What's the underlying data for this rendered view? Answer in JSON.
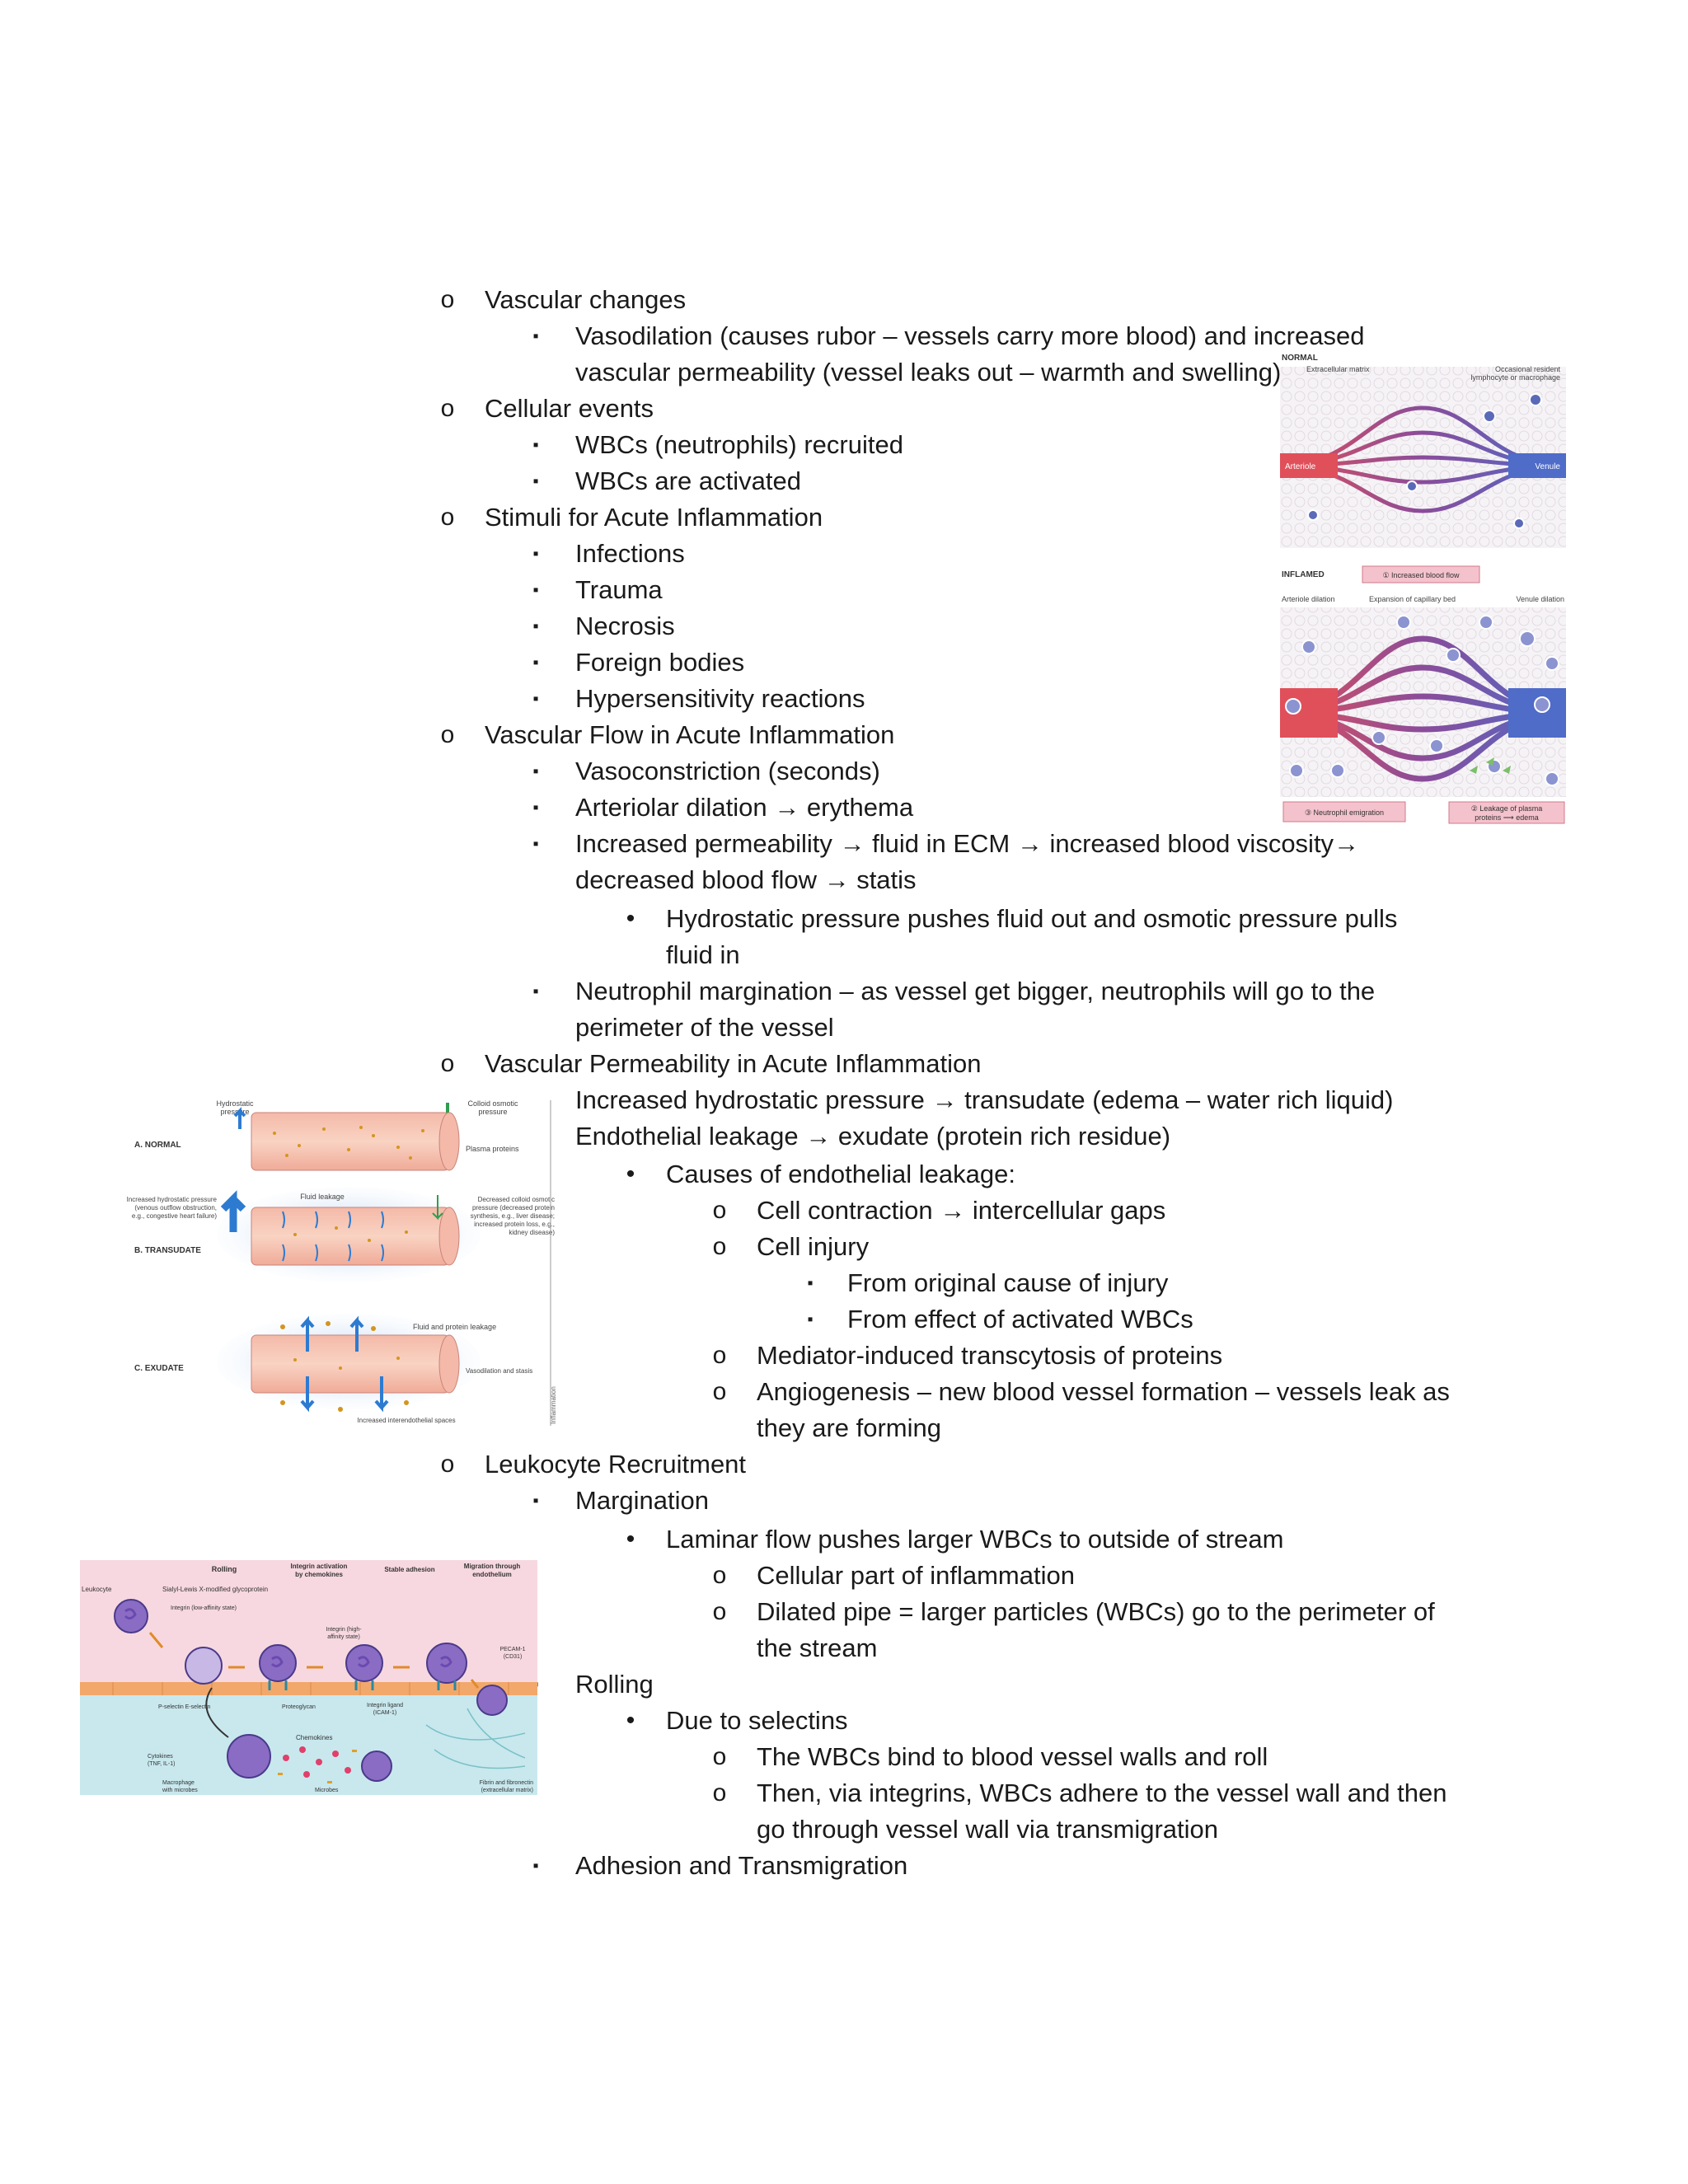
{
  "outline": [
    {
      "level": 1,
      "marker": "o",
      "text": "Vascular changes"
    },
    {
      "level": 2,
      "marker": "▪",
      "text": "Vasodilation (causes rubor – vessels carry more blood) and increased"
    },
    {
      "level": 2,
      "marker": "",
      "text": "vascular permeability (vessel leaks out – warmth and swelling)"
    },
    {
      "level": 1,
      "marker": "o",
      "text": "Cellular events"
    },
    {
      "level": 2,
      "marker": "▪",
      "text": "WBCs (neutrophils) recruited"
    },
    {
      "level": 2,
      "marker": "▪",
      "text": "WBCs are activated"
    },
    {
      "level": 1,
      "marker": "o",
      "text": "Stimuli for Acute Inflammation"
    },
    {
      "level": 2,
      "marker": "▪",
      "text": "Infections"
    },
    {
      "level": 2,
      "marker": "▪",
      "text": "Trauma"
    },
    {
      "level": 2,
      "marker": "▪",
      "text": "Necrosis"
    },
    {
      "level": 2,
      "marker": "▪",
      "text": "Foreign bodies"
    },
    {
      "level": 2,
      "marker": "▪",
      "text": "Hypersensitivity reactions"
    },
    {
      "level": 1,
      "marker": "o",
      "text": "Vascular Flow in Acute Inflammation"
    },
    {
      "level": 2,
      "marker": "▪",
      "text": "Vasoconstriction (seconds)"
    },
    {
      "level": 2,
      "marker": "▪",
      "text": "Arteriolar dilation → erythema"
    },
    {
      "level": 2,
      "marker": "▪",
      "text": "Increased permeability → fluid in ECM → increased blood viscosity→"
    },
    {
      "level": 2,
      "marker": "",
      "text": "decreased blood flow → statis"
    },
    {
      "level": 3,
      "marker": "•",
      "text": "Hydrostatic pressure pushes fluid out and osmotic pressure pulls"
    },
    {
      "level": 3,
      "marker": "",
      "text": "fluid in"
    },
    {
      "level": 2,
      "marker": "▪",
      "text": "Neutrophil margination – as vessel get bigger, neutrophils will go to the"
    },
    {
      "level": 2,
      "marker": "",
      "text": "perimeter of the vessel"
    },
    {
      "level": 1,
      "marker": "o",
      "text": "Vascular Permeability in Acute Inflammation"
    },
    {
      "level": 2,
      "marker": "▪",
      "text": "Increased hydrostatic pressure → transudate (edema – water rich liquid)"
    },
    {
      "level": 2,
      "marker": "",
      "text": "Endothelial leakage → exudate (protein rich residue)"
    },
    {
      "level": 3,
      "marker": "•",
      "text": "Causes of endothelial leakage:"
    },
    {
      "level": 4,
      "marker": "o",
      "text": "Cell contraction → intercellular gaps"
    },
    {
      "level": 4,
      "marker": "o",
      "text": "Cell injury"
    },
    {
      "level": 5,
      "marker": "▪",
      "text": "From original cause of injury"
    },
    {
      "level": 5,
      "marker": "▪",
      "text": "From effect of activated WBCs"
    },
    {
      "level": 4,
      "marker": "o",
      "text": "Mediator-induced transcytosis of proteins"
    },
    {
      "level": 4,
      "marker": "o",
      "text": "Angiogenesis – new blood vessel formation – vessels leak as"
    },
    {
      "level": 4,
      "marker": "",
      "text": "they are forming"
    },
    {
      "level": 1,
      "marker": "o",
      "text": "Leukocyte Recruitment"
    },
    {
      "level": 2,
      "marker": "▪",
      "text": "Margination"
    },
    {
      "level": 3,
      "marker": "•",
      "text": "Laminar flow pushes larger WBCs to outside of stream"
    },
    {
      "level": 4,
      "marker": "o",
      "text": "Cellular part of inflammation"
    },
    {
      "level": 4,
      "marker": "o",
      "text": "Dilated pipe = larger particles (WBCs) go to the perimeter of"
    },
    {
      "level": 4,
      "marker": "",
      "text": "the stream"
    },
    {
      "level": 2,
      "marker": "▪",
      "text": "Rolling"
    },
    {
      "level": 3,
      "marker": "•",
      "text": "Due to selectins"
    },
    {
      "level": 4,
      "marker": "o",
      "text": "The WBCs bind to blood vessel walls and roll"
    },
    {
      "level": 4,
      "marker": "o",
      "text": "Then, via integrins, WBCs adhere to the vessel wall and then"
    },
    {
      "level": 4,
      "marker": "",
      "text": "go through vessel wall via transmigration"
    },
    {
      "level": 2,
      "marker": "▪",
      "text": "Adhesion and Transmigration"
    }
  ],
  "figure_vascular": {
    "normal": "NORMAL",
    "extracellular_matrix": "Extracellular matrix",
    "resident_1": "Occasional resident",
    "resident_2": "lymphocyte or macrophage",
    "arteriole": "Arteriole",
    "venule": "Venule",
    "inflamed": "INFLAMED",
    "increased_flow": "① Increased blood flow",
    "arteriole_dilation": "Arteriole dilation",
    "capillary_expansion": "Expansion of capillary bed",
    "venule_dilation": "Venule dilation",
    "neutrophil_emigration": "③ Neutrophil emigration",
    "leakage_1": "② Leakage of plasma",
    "leakage_2": "proteins ⟶ edema"
  },
  "figure_permeability": {
    "hydrostatic_1": "Hydrostatic",
    "hydrostatic_2": "pressure",
    "colloid_1": "Colloid osmotic",
    "colloid_2": "pressure",
    "normal": "A. NORMAL",
    "plasma_proteins": "Plasma proteins",
    "fluid_leakage": "Fluid leakage",
    "increased_hydro_1": "Increased hydrostatic pressure",
    "increased_hydro_2": "(venous outflow obstruction,",
    "increased_hydro_3": "e.g., congestive heart failure)",
    "decreased_colloid_1": "Decreased colloid osmotic",
    "decreased_colloid_2": "pressure (decreased protein",
    "decreased_colloid_3": "synthesis, e.g., liver disease;",
    "decreased_colloid_4": "increased protein loss, e.g.,",
    "decreased_colloid_5": "kidney disease)",
    "transudate": "B. TRANSUDATE",
    "fluid_protein": "Fluid and protein leakage",
    "exudate": "C. EXUDATE",
    "vasodilation_stasis": "Vasodilation and stasis",
    "interendothelial": "Increased interendothelial spaces",
    "side": "Inflammation"
  },
  "figure_recruitment": {
    "rolling": "Rolling",
    "integrin_activation_1": "Integrin activation",
    "integrin_activation_2": "by chemokines",
    "stable_adhesion": "Stable adhesion",
    "migration_1": "Migration through",
    "migration_2": "endothelium",
    "leukocyte": "Leukocyte",
    "sialyl": "Sialyl-Lewis X-modified glycoprotein",
    "integrin_low": "Integrin (low-affinity state)",
    "integrin_high_1": "Integrin (high-",
    "integrin_high_2": "affinity state)",
    "pecam_1": "PECAM-1",
    "pecam_2": "(CD31)",
    "selectins": "P-selectin  E-selectin",
    "proteoglycan": "Proteoglycan",
    "integrin_ligand_1": "Integrin ligand",
    "integrin_ligand_2": "(ICAM-1)",
    "cytokines_1": "Cytokines",
    "cytokines_2": "(TNF, IL-1)",
    "chemokines": "Chemokines",
    "macrophage_1": "Macrophage",
    "macrophage_2": "with microbes",
    "microbes": "Microbes",
    "fibrin_1": "Fibrin and fibronectin",
    "fibrin_2": "(extracellular matrix)"
  }
}
